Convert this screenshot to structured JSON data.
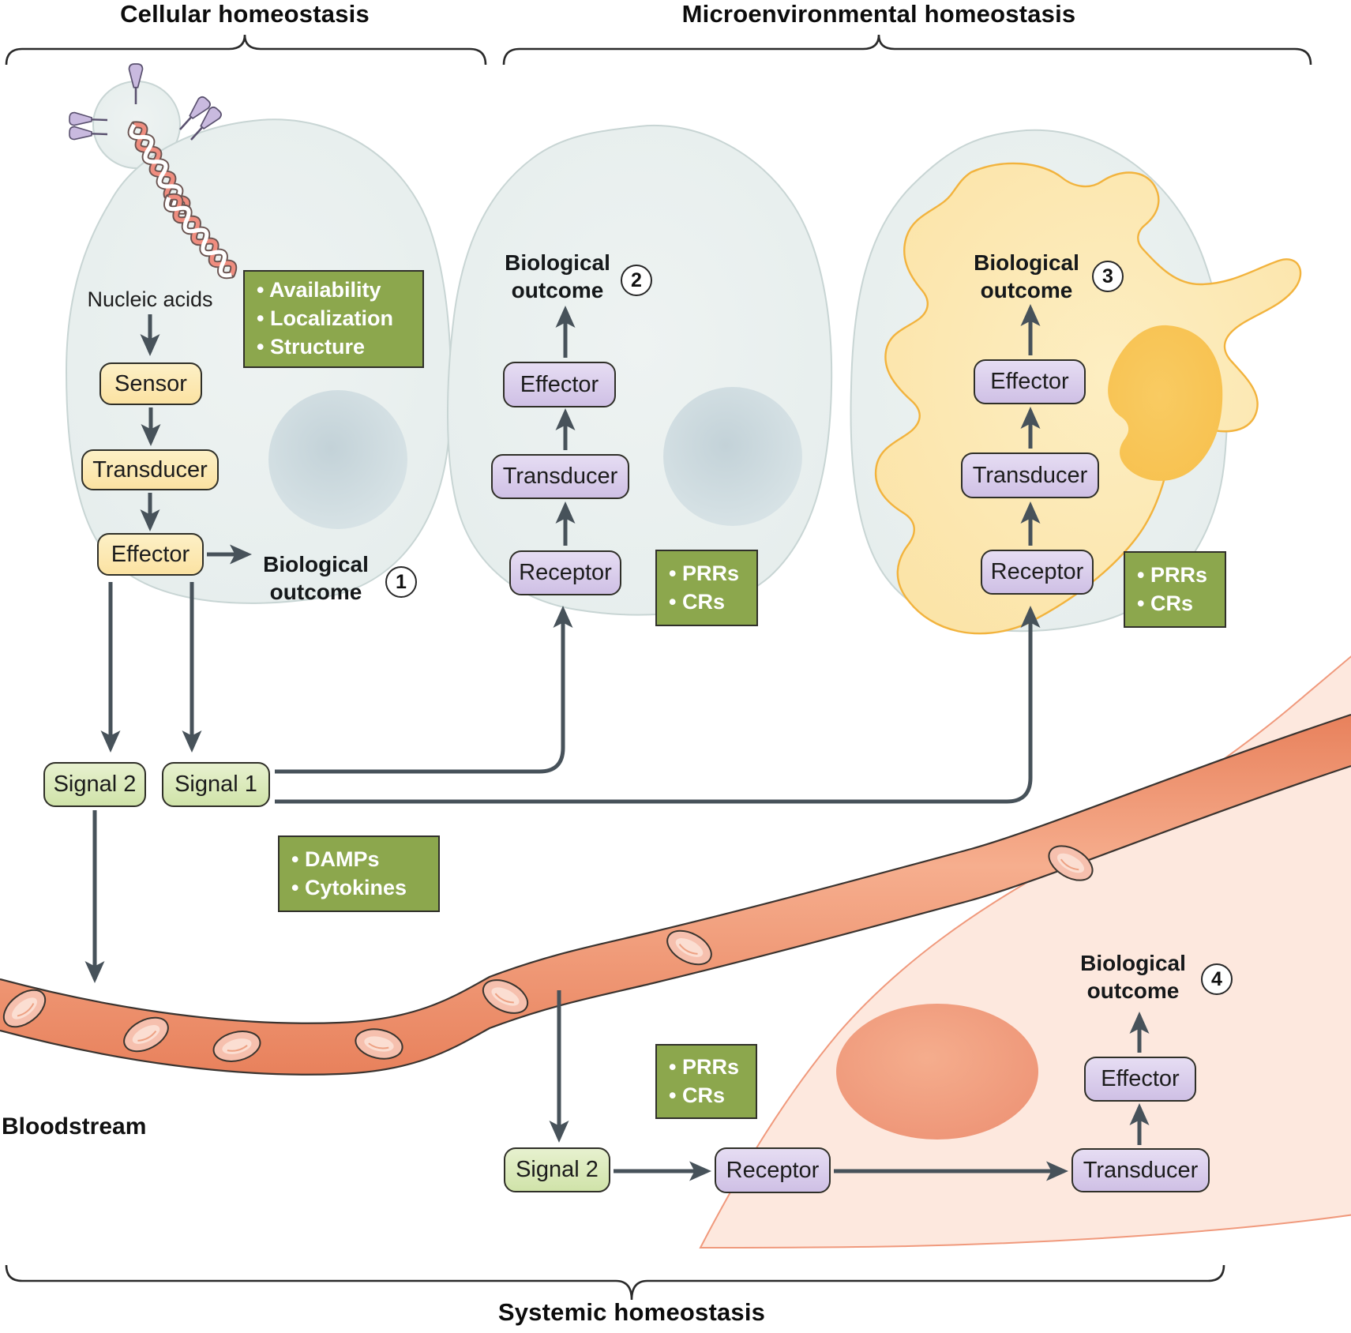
{
  "titles": {
    "cellular": "Cellular homeostasis",
    "microenvironmental": "Microenvironmental homeostasis",
    "systemic": "Systemic homeostasis"
  },
  "labels": {
    "nucleic_acids": "Nucleic acids",
    "bloodstream": "Bloodstream",
    "biological_outcome": "Biological outcome"
  },
  "boxes": {
    "sensor": "Sensor",
    "transducer": "Transducer",
    "effector": "Effector",
    "receptor": "Receptor",
    "signal_1": "Signal 1",
    "signal_2": "Signal 2"
  },
  "outcomes": {
    "cell1": "1",
    "cell2": "2",
    "cell3": "3",
    "cell4": "4"
  },
  "annotations": {
    "nucleic_acid_properties": [
      "• Availability",
      "• Localization",
      "• Structure"
    ],
    "cell2_receptors": [
      "• PRRs",
      "• CRs"
    ],
    "cell3_receptors": [
      "• PRRs",
      "• CRs"
    ],
    "stromal_receptors": [
      "• PRRs",
      "• CRs"
    ],
    "released_mediators": [
      "• DAMPs",
      "• Cytokines"
    ]
  },
  "colors": {
    "olive_green": "#8ca74d",
    "yellow_box": "#fbe3a4",
    "purple_box": "#d2c4e6",
    "signal_green": "#d8e8b0",
    "cell_body": "#e9efee",
    "macrophage_yellow": "#fce7af",
    "stromal_pink": "#fde8de",
    "vessel_salmon": "#ee8b6d",
    "arrow": "#47525a"
  }
}
